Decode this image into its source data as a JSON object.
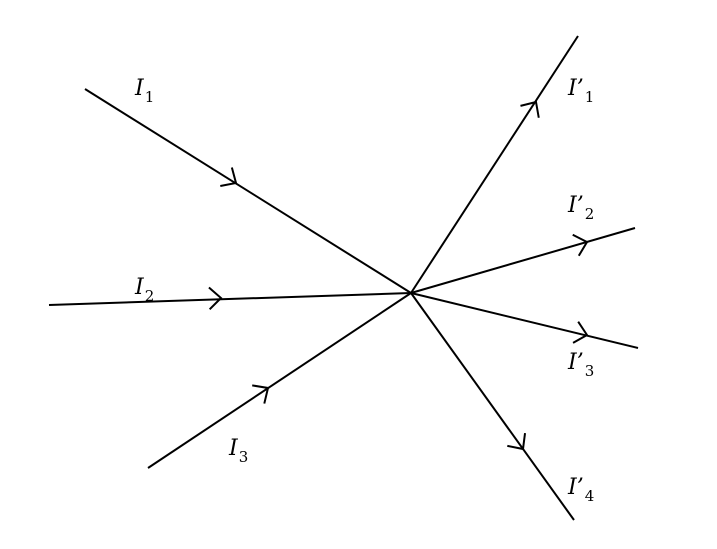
{
  "diagram": {
    "title": "",
    "incoming": [
      {
        "id": "I1",
        "symbol": "I",
        "prime": "",
        "subscript": "1"
      },
      {
        "id": "I2",
        "symbol": "I",
        "prime": "",
        "subscript": "2"
      },
      {
        "id": "I3",
        "symbol": "I",
        "prime": "",
        "subscript": "3"
      }
    ],
    "outgoing": [
      {
        "id": "I'1",
        "symbol": "I",
        "prime": "’",
        "subscript": "1"
      },
      {
        "id": "I'2",
        "symbol": "I",
        "prime": "’",
        "subscript": "2"
      },
      {
        "id": "I'3",
        "symbol": "I",
        "prime": "’",
        "subscript": "3"
      },
      {
        "id": "I'4",
        "symbol": "I",
        "prime": "’",
        "subscript": "4"
      }
    ],
    "line_color": "#000000"
  }
}
